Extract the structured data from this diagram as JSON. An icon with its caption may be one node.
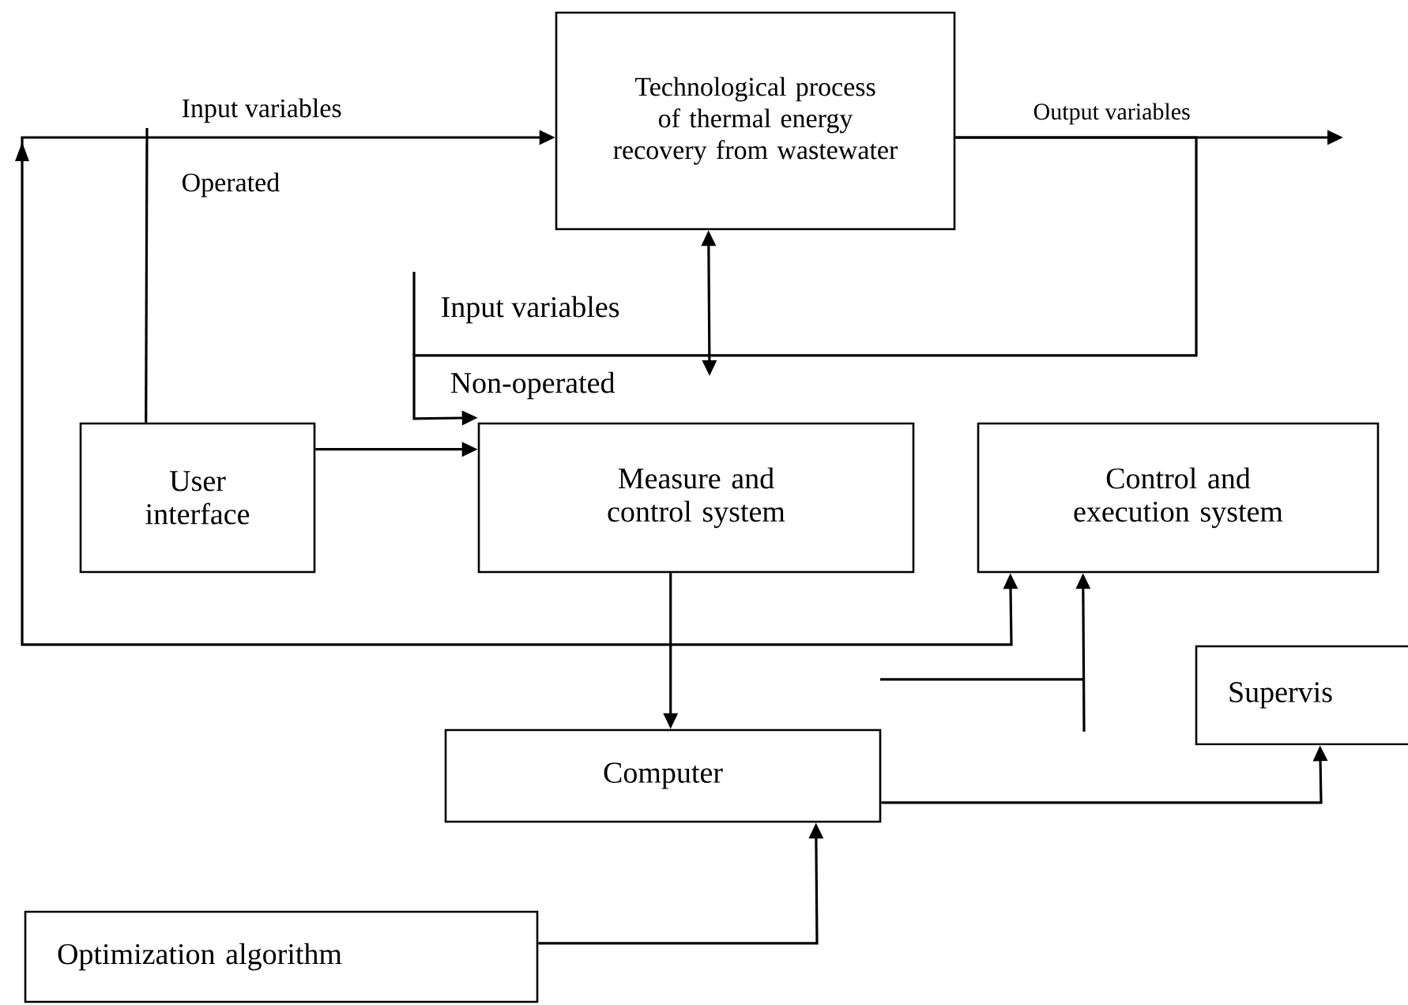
{
  "diagram": {
    "nodes": [
      {
        "text": [
          "Technological process of thermal energy recovery from wastewater"
        ]
      },
      {
        "text": [
          "User interface"
        ]
      },
      {
        "text": [
          "Measure and control system"
        ]
      },
      {
        "text": [
          "Control and execution system"
        ]
      },
      {
        "text": [
          "Supervis"
        ]
      },
      {
        "text": [
          "Computer"
        ]
      },
      {
        "text": [
          "Optimization algorithm"
        ]
      }
    ],
    "edges": [
      {
        "from": 3,
        "to": 0,
        "arrow": "both"
      },
      {
        "from": 1,
        "to": 0,
        "arrow": "to"
      },
      {
        "from": 1,
        "to": 2,
        "arrow": "to"
      },
      {
        "from": 0,
        "to": null,
        "arrow": "to",
        "label": "Output variables"
      },
      {
        "from": 0,
        "to": 2,
        "arrow": "to"
      },
      {
        "from": null,
        "to": 0,
        "arrow": "both"
      },
      {
        "from": 2,
        "to": 5,
        "arrow": "to"
      },
      {
        "from": null,
        "to": 3,
        "arrow": "to"
      },
      {
        "from": 5,
        "to": 4,
        "arrow": "to"
      },
      {
        "from": 6,
        "to": 5,
        "arrow": "to"
      }
    ],
    "labels": [
      "Input variables",
      "Operated",
      "Input variables",
      "Non-operated"
    ]
  }
}
